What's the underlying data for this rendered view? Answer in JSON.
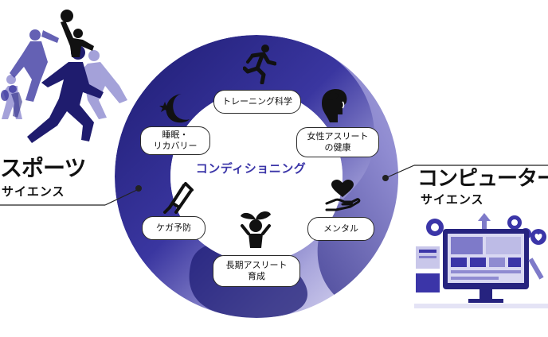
{
  "center": {
    "label": "コンディショニング"
  },
  "nodes": [
    {
      "id": "training",
      "label": "トレーニング科学",
      "icon": "running-person-icon"
    },
    {
      "id": "women",
      "label": "女性アスリート\nの健康",
      "icon": "woman-head-icon"
    },
    {
      "id": "mental",
      "label": "メンタル",
      "icon": "heart-hand-icon"
    },
    {
      "id": "youth",
      "label": "長期アスリート\n育成",
      "icon": "child-sprout-icon"
    },
    {
      "id": "injury",
      "label": "ケガ予防",
      "icon": "crutch-icon"
    },
    {
      "id": "sleep",
      "label": "睡眠・\nリカバリー",
      "icon": "moon-star-icon"
    }
  ],
  "left": {
    "title": "スポーツ",
    "subtitle": "サイエンス",
    "illustration": "athletes-silhouette"
  },
  "right": {
    "title": "コンピューター",
    "subtitle": "サイエンス",
    "illustration": "computer-dashboard-gears"
  },
  "colors": {
    "navy": "#22207a",
    "indigo": "#3b35a8",
    "lavender": "#c9c7ea"
  }
}
